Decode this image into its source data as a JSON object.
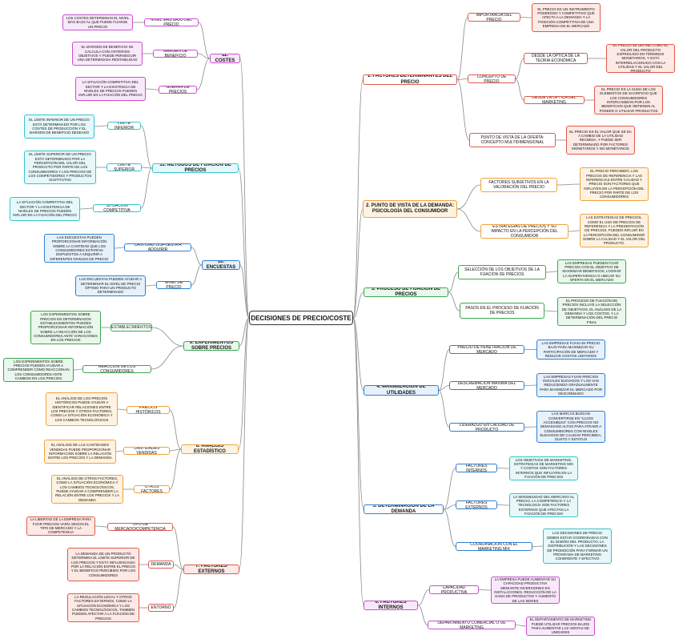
{
  "central": "DECISIONES DE PRECIO/COSTE",
  "colors": {
    "red": "#e05a4a",
    "orange": "#f2a23a",
    "green": "#3aa850",
    "blue": "#2f7fd1",
    "cyan": "#38c2cf",
    "magenta": "#c94fcf",
    "connector": "#888888"
  },
  "branches": {
    "b1": {
      "label": "1. FACTORES DETERMINANTES DEL PRECIO",
      "importancia": "IMPORTANCIA DEL PRECIO",
      "importancia_note": "EL PRECIO ES UN INSTRUMENTO PODEROSO Y COMPETITIVO QUE AFECTA A LA DEMANDA Y LA POSICIÓN COMPETITIVA DE UNA EMPRESA EN EL MERCADO",
      "concepto": "CONCEPTO DE PRECIO",
      "teoria": "DESDE LA ÓPTICA DE LA TEORÍA ECONÓMICA",
      "teoria_note": "EL PRECIO SE DEFINE COMO EL VALOR DEL PRODUCTO EXPRESADO EN TÉRMINOS MONETARIOS, Y ESTÁ INTERRELACIONADO CON LA UTILIDAD Y EL VALOR DEL PRODUCTO",
      "marketing": "DESDE LA ÓPTICA DEL MARKETING",
      "marketing_note": "EL PRECIO ES LA SUMA DE LOS ELEMENTOS DE SACRIFICIO QUE LOS CONSUMIDORES INTERCAMBIAN POR LOS BENEFICIOS QUE OBTIENEN AL POSEER O UTILIZAR PRODUCTOS",
      "oferta": "PUNTO DE VISTA DE LA OFERTA: CONCEPTO MULTIDIMENSIONAL",
      "oferta_note": "EL PRECIO ES EL VALOR QUE SE DA A CAMBIO DE LA UTILIDAD RECIBIDA, Y PUEDE SER DETERMINADO POR FACTORES MONETARIOS Y NO MONETARIOS"
    },
    "b2": {
      "label": "2. PUNTO DE VISTA DE LA DEMANDA: PSICOLOGÍA DEL CONSUMIDOR",
      "subjetivos": "FACTORES SUBJETIVOS EN LA VALORACIÓN DEL PRECIO",
      "subjetivos_note": "EL PRECIO PERCIBIDO, LOS PRECIOS DE REFERENCIA Y LAS INFERENCIAS ENTRE CALIDAD Y PRECIO SON FACTORES QUE INFLUYEN EN LA PERCEPCIÓN DEL PRECIO POR PARTE DE LOS CONSUMIDORES",
      "estrategias": "ESTRATEGIAS DE PRECIOS Y SU IMPACTO EN LA PERCEPCIÓN DEL CONSUMIDOR",
      "estrategias_note": "LAS ESTRATEGIAS DE PRECIOS, COMO EL USO DE PRECIOS DE REFERENCIA Y LA PRESENTACIÓN DE PRECIOS, PUEDEN INFLUIR EN LA PERCEPCIÓN DEL CONSUMIDOR SOBRE LA CALIDAD Y EL VALOR DEL PRODUCTO."
    },
    "b3": {
      "label": "3. PROCESO DE FIJACIÓN DE PRECIOS",
      "seleccion": "SELECCIÓN DE LOS OBJETIVOS DE LA FIJACIÓN DE PRECIOS",
      "seleccion_note": "LAS EMPRESAS PUEDEN FIJAR PRECIOS CON EL OBJETIVO DE MAXIMIZAR BENEFICIOS, LOGRAR LA SUPERVIVENCIA O UBICAR SU OFERTA EN EL MERCADO",
      "pasos": "PASOS EN EL PROCESO DE FIJACIÓN DE PRECIOS",
      "pasos_note": "EL PROCESO DE FIJACIÓN DE PRECIOS INCLUYE LA SELECCIÓN DE OBJETIVOS, EL ANÁLISIS DE LA DEMANDA Y LOS COSTOS, Y LA DETERMINACIÓN DEL PRECIO FINAL"
    },
    "b4": {
      "label": "4. MAXIMIZACIÓN DE UTILIDADES",
      "penetracion": "PRECIO DE PENETRACIÓN DE MERCADO",
      "penetracion_note": "LAS EMPRESAS FIJAN UN PRECIO BAJO PARA MAXIMIZAR SU PARTICIPACIÓN DE MERCADO Y REDUCIR COSTOS UNITARIOS",
      "descremacion": "DESCREMACIÓN MÁXIMA DEL MERCADO",
      "descremacion_note": "LAS EMPRESAS FIJAN PRECIOS INICIALES ELEVADOS Y LOS VAN REDUCIENDO GRADUALMENTE PARA MAXIMIZAR EL MERCADO POR DESCREMADO",
      "liderazgo": "LIDERAZGO EN CALIDAD DE PRODUCTO",
      "liderazgo_note": "LAS MARCAS BUSCAN CONVERTIRSE EN \"LUJOS ACCESIBLES\" CON PRECIOS NO DEMASIADO ALTOS PARA ATRAER A CONSUMIDORES CON NIVELES ELEVADOS DE CALIDAD PERCIBIDA, GUSTO Y ESTATUS"
    },
    "b5": {
      "label": "5. DETERMINACIÓN DE LA DEMANDA",
      "internos": "FACTORES INTERNOS",
      "internos_note": "LOS OBJETIVOS DE MARKETING, ESTRATEGIAS DE MARKETING MIX Y COSTOS SON FACTORES INTERNOS QUE INFLUYEN EN LA FIJACIÓN DE PRECIOS",
      "externos": "FACTORES EXTERNOS",
      "externos_note": "LA SENSIBILIDAD DEL MERCADO AL PRECIO, LA COMPETENCIA Y LA TECNOLOGÍA SON FACTORES EXTERNOS QUE AFECTAN LA FIJACIÓN DE PRECIOS",
      "coordinacion": "COORDINACIÓN CON EL MARKETING MIX",
      "coordinacion_note": "LAS DECISIONES DE PRECIO DEBEN ESTAR COORDINADAS CON EL DISEÑO DEL PRODUCTO, LA DISTRIBUCIÓN Y LAS DECISIONES DE PROMOCIÓN PARA FORMAR UN PROGRAMA DE MARKETING COHERENTE Y EFECTIVO"
    },
    "b6": {
      "label": "6. FACTORES INTERNOS",
      "capacidad": "CAPACIDAD PRODUCTIVA",
      "capacidad_note": "LA EMPRESA PUEDE AUMENTAR SU CAPACIDAD PRODUCTIVA MEDIANTE INVERSIONES EN INSTALACIONES, REDUCCIÓN DE LA GAMA DE PRODUCTOS Y AUMENTO DE LAS SERIES",
      "departamento": "DEPARTAMENTO COMERCIAL O DE MARKETING",
      "departamento_note": "EL DEPARTAMENTO DE MARKETING PUEDE UTILIZAR PRECIOS BAJOS PARA AUMENTAR LAS VENTAS DE UNIDADES"
    },
    "b7": {
      "label": "7. FACTORES EXTERNOS",
      "tipo": "TIPO DE MERCADO/COMPETENCIA",
      "tipo_note": "LA LIBERTAD DE LA EMPRESA PARA FIJAR PRECIOS VARÍA SEGÚN EL TIPO DE MERCADO Y LA COMPETENCIA",
      "demanda": "DEMANDA",
      "demanda_note": "LA DEMANDA DE UN PRODUCTO DETERMINA EL LÍMITE SUPERIOR DE LOS PRECIOS Y ESTÁ INFLUENCIADA POR LA RELACIÓN ENTRE EL PRECIO Y EL BENEFICIO PERCIBIDO POR LOS CONSUMIDORES",
      "entorno": "ENTORNO",
      "entorno_note": "LA REGULACIÓN LEGAL Y OTROS FACTORES EXTERNOS, COMO LA SITUACIÓN ECONÓMICA Y LOS CAMBIOS TECNOLÓGICOS, TAMBIÉN PUEDEN AFECTAR A LA FIJACIÓN DE PRECIOS"
    },
    "b8": {
      "label": "8. ANÁLISIS ESTADÍSTICO",
      "historicos": "PRECIOS HISTÓRICOS",
      "historicos_note": "EL ANÁLISIS DE LOS PRECIOS HISTÓRICOS PUEDE AYUDAR A IDENTIFICAR RELACIONES ENTRE LOS PRECIOS Y OTROS FACTORES, COMO LA SITUACIÓN ECONÓMICA Y LOS CAMBIOS TECNOLÓGICOS",
      "cantidades": "CANTIDADES VENDIDAS",
      "cantidades_note": "EL ANÁLISIS DE LAS CANTIDADES VENDIDAS PUEDE PROPORCIONAR INFORMACIÓN SOBRE LA RELACIÓN ENTRE LOS PRECIOS Y LA DEMANDA",
      "otros": "OTROS FACTORES",
      "otros_note": "EL ANÁLISIS DE OTROS FACTORES, COMO LA SITUACIÓN ECONÓMICA Y LOS CAMBIOS TECNOLÓGICOS, PUEDE AYUDAR A COMPRENDER LA RELACIÓN ENTRE LOS PRECIOS Y LA DEMANDA"
    },
    "b9": {
      "label": "9. EXPERIMENTOS SOBRE PRECIOS",
      "establecimientos": "ESTABLECIMIENTOS",
      "establecimientos_note": "LOS EXPERIMENTOS SOBRE PRECIOS EN DETERMINADOS ESTABLECIMIENTOS PUEDEN PROPORCIONAR INFORMACIÓN SOBRE LA REACCIÓN DE LOS CONSUMIDORES ANTE VARIACIONES EN LOS PRECIOS",
      "reaccion": "REACCIÓN DE LOS CONSUMIDORES",
      "reaccion_note": "LOS EXPERIMENTOS SOBRE PRECIOS PUEDEN AYUDAR A COMPRENDER CÓMO REACCIONAN LOS CONSUMIDORES ANTE CAMBIOS EN LOS PRECIOS"
    },
    "b10": {
      "label": "10. ENCUESTAS",
      "cantidad": "CANTIDAD DISPUESTA A ADQUIRIR",
      "cantidad_note": "LAS ENCUESTAS PUEDEN PROPORCIONAR INFORMACIÓN SOBRE LA CANTIDAD QUE LOS CONSUMIDORES ESTARÍAN DISPUESTOS A ADQUIRIR A DIFERENTES NIVELES DE PRECIO",
      "nivel": "NIVEL DE PRECIO",
      "nivel_note": "LAS ENCUESTAS PUEDEN AYUDAR A DETERMINAR EL NIVEL DE PRECIO ÓPTIMO PARA UN PRODUCTO DETERMINADO"
    },
    "b11": {
      "label": "11. MÉTODOS DE FIJACIÓN DE PRECIOS",
      "inferior": "LÍMITE INFERIOR",
      "inferior_note": "EL LÍMITE INFERIOR DE UN PRECIO ESTÁ DETERMINADO POR LOS COSTES DE PRODUCCIÓN Y EL MARGEN DE BENEFICIO DESEADO",
      "superior": "LÍMITE SUPERIOR",
      "superior_note": "EL LÍMITE SUPERIOR DE UN PRECIO ESTÁ DETERMINADO POR LA PERCEPCIÓN DEL VALOR DEL PRODUCTO POR PARTE DE LOS CONSUMIDORES Y LOS PRECIOS DE LOS COMPETIDORES Y PRODUCTOS SUSTITUTOS",
      "situacion": "SITUACIÓN COMPETITIVA",
      "situacion_note": "LA SITUACIÓN COMPETITIVA DEL SECTOR Y LA EXISTENCIA DE NIVELES DE PRECIOS PUEDEN INFLUIR EN LA FIJACIÓN DEL PRECIO"
    },
    "b12": {
      "label": "12. COSTES",
      "nivel_bajo": "NIVEL MÁS BAJO DEL PRECIO",
      "nivel_bajo_note": "LOS COSTES DETERMINAN EL NIVEL MÁS BAJO AL QUE PUEDE FIJARSE UN PRECIO",
      "margen": "MARGEN DE BENEFICIO",
      "margen_note": "EL MARGEN DE BENEFICIO SE CALCULA CON CRITERIOS OBJETIVOS Y PUEDE PERSEGUIR UNA DETERMINADA RENTABILIDAD",
      "guerra": "GUERRA DE PRECIOS",
      "guerra_note": "LA SITUACIÓN COMPETITIVA DEL SECTOR Y LA EXISTENCIA DE NIVELES DE PRECIOS PUEDEN INFLUIR EN LA FIJACIÓN DEL PRECIO"
    }
  }
}
